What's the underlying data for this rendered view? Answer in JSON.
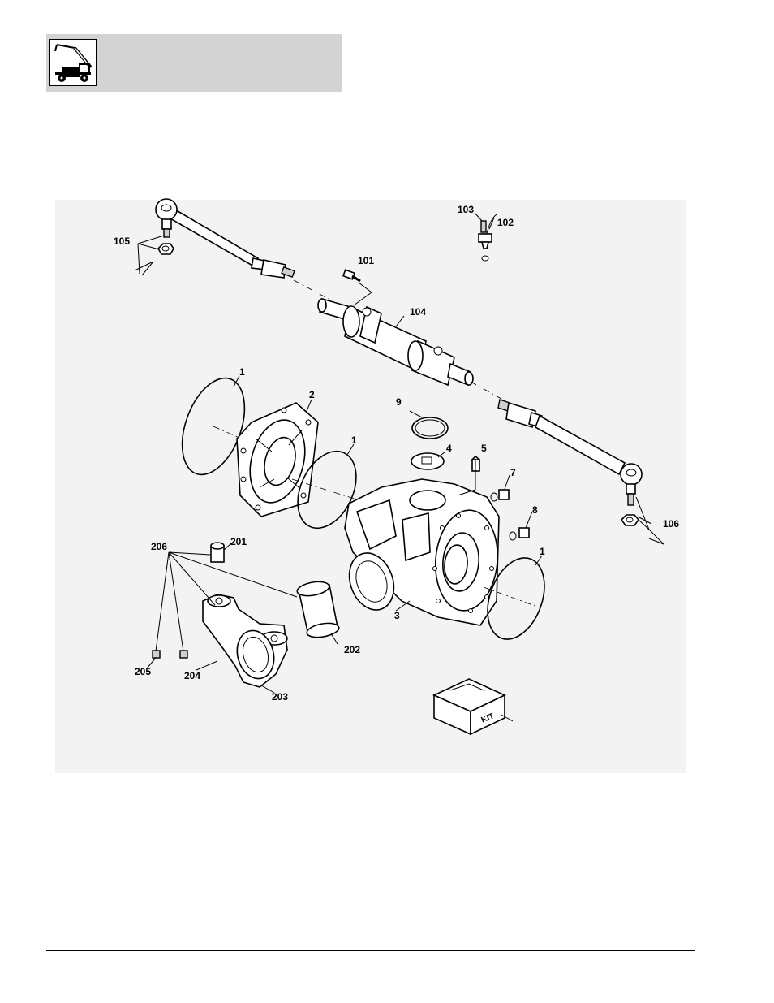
{
  "header": {
    "logo_icon": "telehandler-machine-icon",
    "background_color": "#d3d3d3"
  },
  "diagram": {
    "callouts": {
      "c1a": "1",
      "c1b": "1",
      "c1c": "1",
      "c2": "2",
      "c3": "3",
      "c4": "4",
      "c5": "5",
      "c7": "7",
      "c8": "8",
      "c9": "9",
      "c101": "101",
      "c102": "102",
      "c103": "103",
      "c104": "104",
      "c105": "105",
      "c106": "106",
      "c201": "201",
      "c202": "202",
      "c203": "203",
      "c204": "204",
      "c205": "205",
      "c206": "206"
    },
    "kit_label": "KIT"
  }
}
